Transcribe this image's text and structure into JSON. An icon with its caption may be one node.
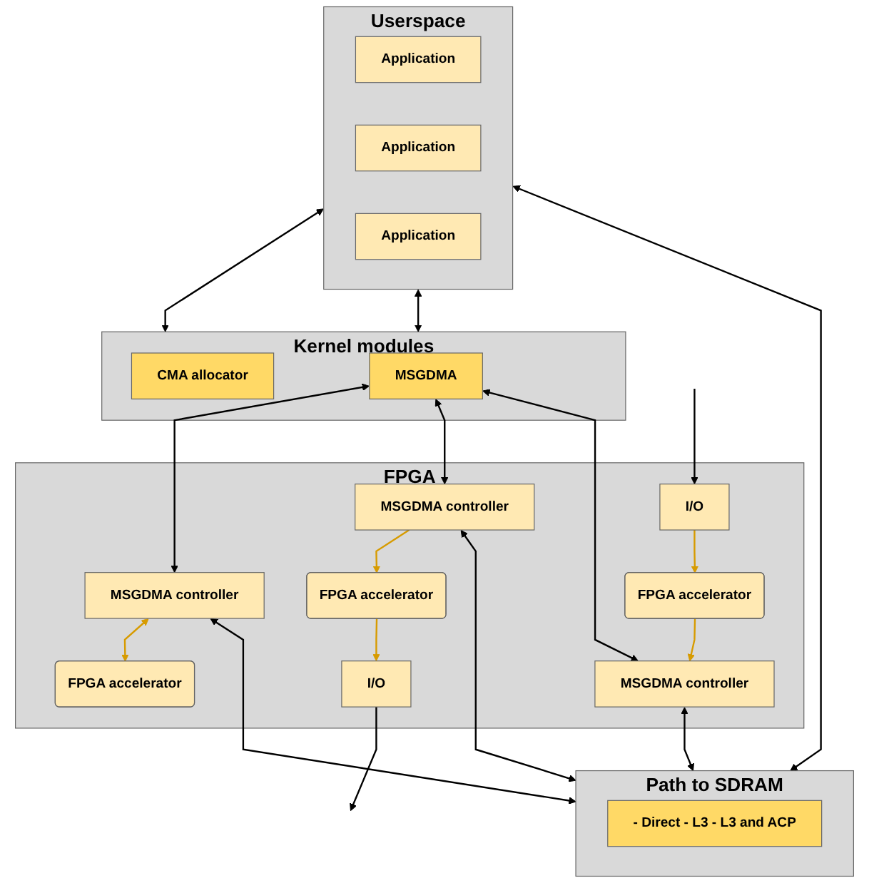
{
  "diagram": {
    "nodes": [
      {
        "text": [
          "Userspace"
        ]
      },
      {
        "text": [
          "Application"
        ],
        "in": 0
      },
      {
        "text": [
          "Application"
        ],
        "in": 0
      },
      {
        "text": [
          "Application"
        ],
        "in": 0
      },
      {
        "text": [
          "Kernel modules"
        ]
      },
      {
        "text": [
          "CMA allocator"
        ],
        "in": 4
      },
      {
        "text": [
          "MSGDMA"
        ],
        "in": 4
      },
      {
        "text": [
          "Path to SDRAM"
        ]
      },
      {
        "text": [
          "- Direct - L3 - L3 and ACP"
        ],
        "in": 7
      },
      {
        "text": [
          "FPGA"
        ]
      },
      {
        "text": [
          "MSGDMA controller"
        ],
        "in": 9
      },
      {
        "text": [
          "MSGDMA controller"
        ],
        "in": 9
      },
      {
        "text": [
          "MSGDMA controller"
        ],
        "in": 9
      },
      {
        "text": [
          "FPGA accelerator"
        ],
        "in": 9
      },
      {
        "text": [
          "FPGA accelerator"
        ],
        "in": 9
      },
      {
        "text": [
          "FPGA accelerator"
        ],
        "in": 9
      },
      {
        "text": [
          "I/O"
        ],
        "in": 9
      },
      {
        "text": [
          "I/O"
        ],
        "in": 9
      }
    ],
    "edges": [
      {
        "from": 0,
        "to": 4,
        "arrow": "both"
      },
      {
        "from": 0,
        "to": 4,
        "arrow": "both"
      },
      {
        "from": 0,
        "to": 7,
        "arrow": "both"
      },
      {
        "from": 6,
        "to": 10,
        "arrow": "both"
      },
      {
        "from": 6,
        "to": 11,
        "arrow": "both"
      },
      {
        "from": 6,
        "to": 12,
        "arrow": "both"
      },
      {
        "from": 10,
        "to": 7,
        "arrow": "both"
      },
      {
        "from": 11,
        "to": 7,
        "arrow": "both"
      },
      {
        "from": 12,
        "to": 7,
        "arrow": "both"
      },
      {
        "from": 10,
        "to": 13,
        "arrow": "both",
        "color": "#d79b00"
      },
      {
        "from": 11,
        "to": 14,
        "arrow": "to",
        "color": "#d79b00"
      },
      {
        "from": 15,
        "to": 12,
        "arrow": "to",
        "color": "#d79b00"
      },
      {
        "from": 14,
        "to": 16,
        "arrow": "to",
        "color": "#d79b00"
      },
      {
        "from": 17,
        "to": 15,
        "arrow": "to",
        "color": "#d79b00"
      },
      {
        "from": 16,
        "to": null,
        "arrow": "to"
      },
      {
        "from": null,
        "to": 17,
        "arrow": "to"
      }
    ]
  }
}
